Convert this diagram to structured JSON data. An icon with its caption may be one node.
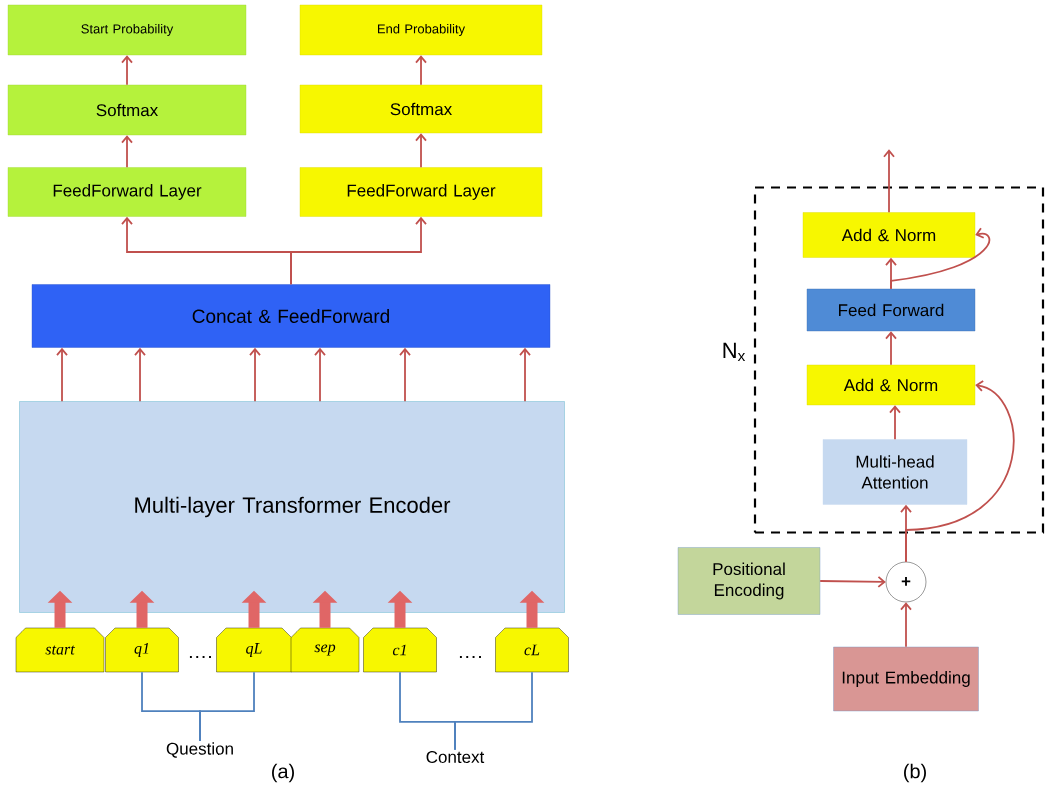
{
  "diagram": {
    "nodes": [
      {
        "text": [
          "Start Probability"
        ]
      },
      {
        "text": [
          "End Probability"
        ]
      },
      {
        "text": [
          "Softmax"
        ]
      },
      {
        "text": [
          "Softmax"
        ]
      },
      {
        "text": [
          "FeedForward Layer"
        ]
      },
      {
        "text": [
          "FeedForward Layer"
        ]
      },
      {
        "text": [
          "Concat & FeedForward"
        ]
      },
      {
        "text": [
          "Multi-layer Transformer Encoder"
        ]
      },
      {
        "text": [
          "start"
        ]
      },
      {
        "text": [
          "q1"
        ]
      },
      {
        "text": [
          "qL"
        ]
      },
      {
        "text": [
          "sep"
        ]
      },
      {
        "text": [
          "c1"
        ]
      },
      {
        "text": [
          "cL"
        ]
      },
      {
        "text": [
          "Question"
        ]
      },
      {
        "text": [
          "Context"
        ]
      },
      {
        "text": [
          "N$_{x}$"
        ]
      },
      {
        "text": [
          "Add & Norm"
        ],
        "in": 16
      },
      {
        "text": [
          "Feed Forward"
        ],
        "in": 16
      },
      {
        "text": [
          "Add & Norm"
        ],
        "in": 16
      },
      {
        "text": [
          "Multi-head Attention"
        ],
        "in": 16
      },
      {
        "text": [
          "Positional Encoding"
        ]
      },
      {
        "text": [
          "+"
        ]
      },
      {
        "text": [
          "Input Embedding"
        ]
      }
    ],
    "edges": [
      {
        "from": 2,
        "to": 0,
        "arrow": "to"
      },
      {
        "from": 4,
        "to": 2,
        "arrow": "to"
      },
      {
        "from": 3,
        "to": 1,
        "arrow": "to"
      },
      {
        "from": 5,
        "to": 3,
        "arrow": "to"
      },
      {
        "from": 6,
        "to": 4,
        "arrow": "to"
      },
      {
        "from": 6,
        "to": 5,
        "arrow": "to"
      },
      {
        "from": 7,
        "to": 6,
        "arrow": "to"
      },
      {
        "from": 7,
        "to": 6,
        "arrow": "to"
      },
      {
        "from": 7,
        "to": 6,
        "arrow": "to"
      },
      {
        "from": 7,
        "to": 6,
        "arrow": "to"
      },
      {
        "from": 7,
        "to": 6,
        "arrow": "to"
      },
      {
        "from": 7,
        "to": 6,
        "arrow": "to"
      },
      {
        "from": 8,
        "to": 7,
        "arrow": "to",
        "style": "thick"
      },
      {
        "from": 9,
        "to": 7,
        "arrow": "to",
        "style": "thick"
      },
      {
        "from": 10,
        "to": 7,
        "arrow": "to",
        "style": "thick"
      },
      {
        "from": 11,
        "to": 7,
        "arrow": "to",
        "style": "thick"
      },
      {
        "from": 12,
        "to": 7,
        "arrow": "to",
        "style": "thick"
      },
      {
        "from": 13,
        "to": 7,
        "arrow": "to",
        "style": "thick"
      },
      {
        "from": 9,
        "to": 14,
        "arrow": "none",
        "color": "#4f81bd"
      },
      {
        "from": 10,
        "to": 14,
        "arrow": "none",
        "color": "#4f81bd"
      },
      {
        "from": 12,
        "to": 15,
        "arrow": "none",
        "color": "#4f81bd"
      },
      {
        "from": 13,
        "to": 15,
        "arrow": "none",
        "color": "#4f81bd"
      },
      {
        "from": 21,
        "to": 22,
        "arrow": "to"
      },
      {
        "from": 23,
        "to": 22,
        "arrow": "to"
      },
      {
        "from": 22,
        "to": 20,
        "arrow": "to"
      },
      {
        "from": 22,
        "to": 19,
        "arrow": "to"
      },
      {
        "from": 20,
        "to": 19,
        "arrow": "to"
      },
      {
        "from": 19,
        "to": 18,
        "arrow": "to"
      },
      {
        "from": 18,
        "to": 17,
        "arrow": "to"
      },
      {
        "from": 18,
        "to": 17,
        "arrow": "to"
      },
      {
        "from": 17,
        "to": null,
        "arrow": "to"
      }
    ],
    "labels": [
      "….",
      "….",
      "(a)",
      "(b)"
    ]
  }
}
